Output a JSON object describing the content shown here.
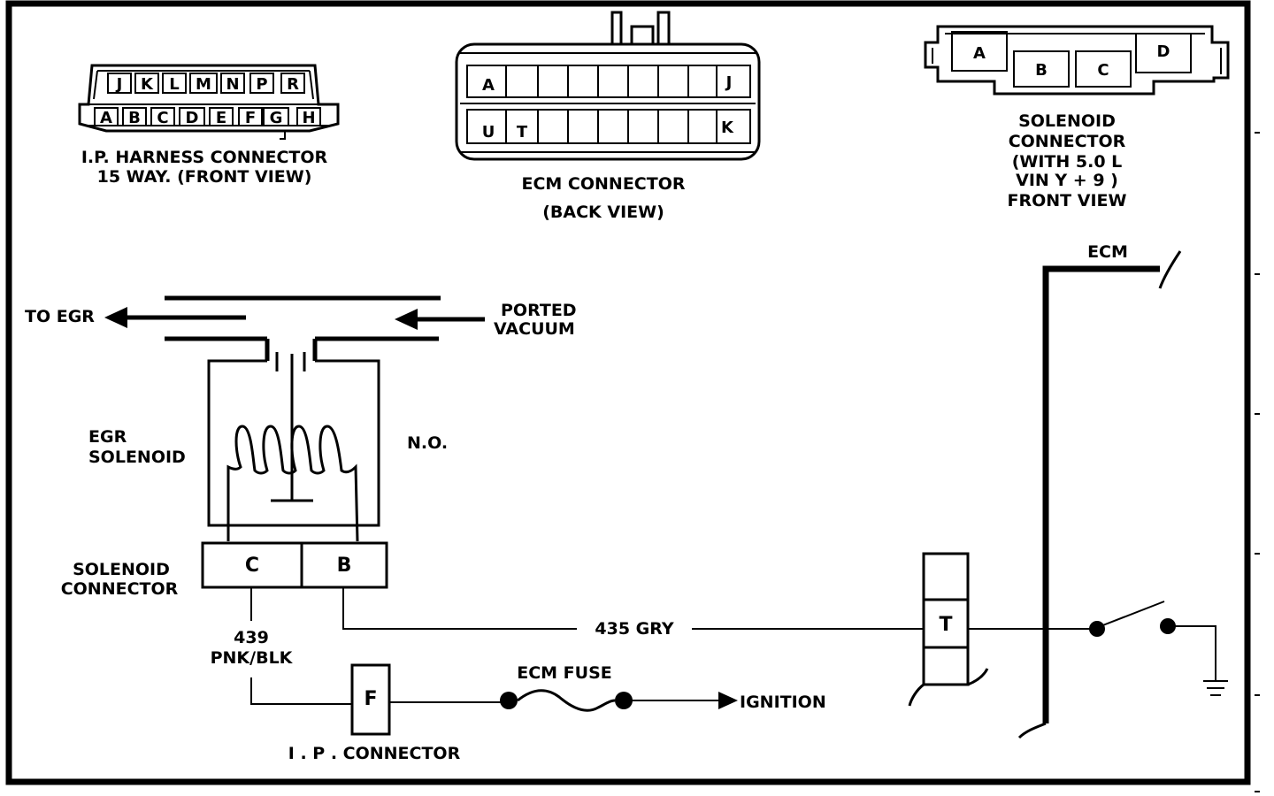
{
  "ip_harness_connector": {
    "top_pins": [
      "J",
      "K",
      "L",
      "M",
      "N",
      "P",
      "R"
    ],
    "bottom_pins": [
      "A",
      "B",
      "C",
      "D",
      "E",
      "F",
      "G",
      "H"
    ],
    "title_line1": "I.P. HARNESS CONNECTOR",
    "title_line2": "15 WAY. (FRONT VIEW)"
  },
  "ecm_connector": {
    "pin_a": "A",
    "pin_j": "J",
    "pin_u": "U",
    "pin_t": "T",
    "pin_k": "K",
    "title_line1": "ECM CONNECTOR",
    "title_line2": "(BACK VIEW)"
  },
  "solenoid_connector_view": {
    "pins": [
      "A",
      "B",
      "C",
      "D"
    ],
    "title_line1": "SOLENOID",
    "title_line2": "CONNECTOR",
    "title_line3": "(WITH 5.0 L",
    "title_line4": "VIN  Y + 9 )",
    "title_line5": "FRONT VIEW"
  },
  "vacuum": {
    "to_egr": "TO EGR",
    "ported_line1": "PORTED",
    "ported_line2": "VACUUM"
  },
  "solenoid": {
    "label_line1": "EGR",
    "label_line2": "SOLENOID",
    "state": "N.O.",
    "connector_line1": "SOLENOID",
    "connector_line2": "CONNECTOR",
    "pin_c": "C",
    "pin_b": "B"
  },
  "wires": {
    "gry": "435  GRY",
    "pnk_num": "439",
    "pnk_color": "PNK/BLK"
  },
  "ip_connector": {
    "pin": "F",
    "label": "I . P .  CONNECTOR"
  },
  "fuse": {
    "label": "ECM FUSE",
    "ignition": "IGNITION"
  },
  "ecm": {
    "label": "ECM",
    "pin_t": "T"
  }
}
